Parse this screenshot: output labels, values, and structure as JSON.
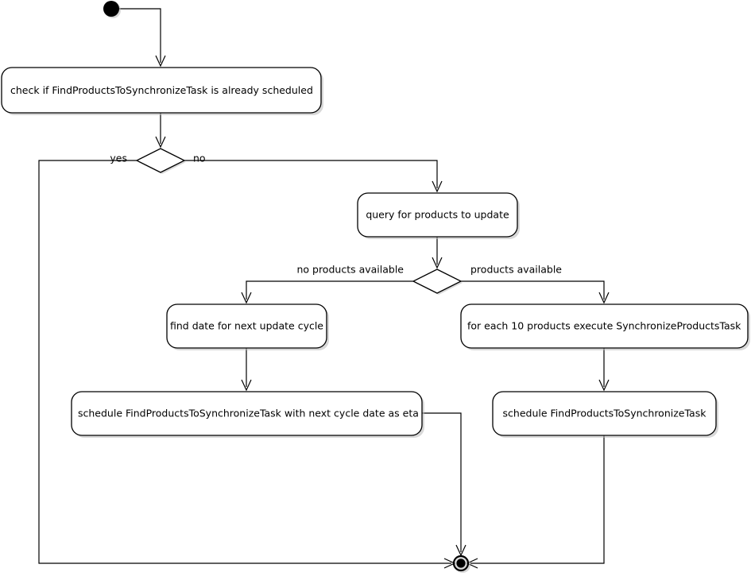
{
  "diagram": {
    "type": "uml-activity-diagram",
    "background_color": "#ffffff",
    "line_color": "#000000",
    "node_fill": "#ffffff",
    "shadow_color": "#b8b8b8",
    "nodes": {
      "start": {
        "name": "start-node",
        "kind": "initial-node"
      },
      "check": {
        "label": "check if FindProductsToSynchronizeTask is already scheduled",
        "kind": "action"
      },
      "decision_scheduled": {
        "kind": "decision"
      },
      "query": {
        "label": "query for products to update",
        "kind": "action"
      },
      "decision_products": {
        "kind": "decision"
      },
      "find_date": {
        "label": "find date for next update cycle",
        "kind": "action"
      },
      "for_each": {
        "label": "for each 10 products execute SynchronizeProductsTask",
        "kind": "action"
      },
      "schedule_eta": {
        "label": "schedule FindProductsToSynchronizeTask with next cycle date as eta",
        "kind": "action"
      },
      "schedule_plain": {
        "label": "schedule FindProductsToSynchronizeTask",
        "kind": "action"
      },
      "end": {
        "name": "end-node",
        "kind": "final-node"
      }
    },
    "edge_labels": {
      "yes": "yes",
      "no": "no",
      "no_products_available": "no products available",
      "products_available": "products available"
    }
  }
}
